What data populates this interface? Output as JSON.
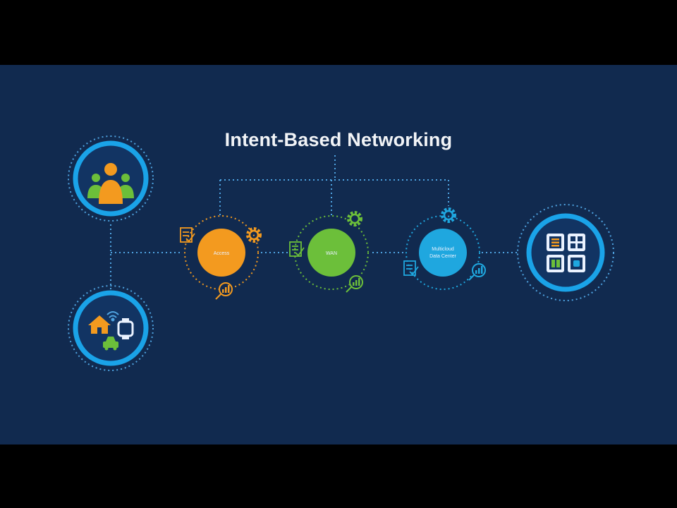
{
  "title": "Intent-Based Networking",
  "nodes": {
    "access": {
      "label": "Access"
    },
    "wan": {
      "label": "WAN"
    },
    "datacenter": {
      "label_line1": "Multicloud",
      "label_line2": "Data Center"
    }
  },
  "colors": {
    "background": "#112a4f",
    "ring": "#1aa3e8",
    "access_fill": "#f39a1f",
    "wan_fill": "#6cbf3a",
    "datacenter_fill": "#1fa7df",
    "accent_orange": "#f39a1f",
    "accent_green": "#6cbf3a",
    "accent_blue": "#1fa7df",
    "connector": "#4fa3e0"
  },
  "icons": [
    "users-icon",
    "smart-home-icon",
    "wifi-icon",
    "watch-icon",
    "car-icon",
    "policy-checklist-icon",
    "gear-icon",
    "analytics-icon",
    "apps-grid-icon"
  ]
}
